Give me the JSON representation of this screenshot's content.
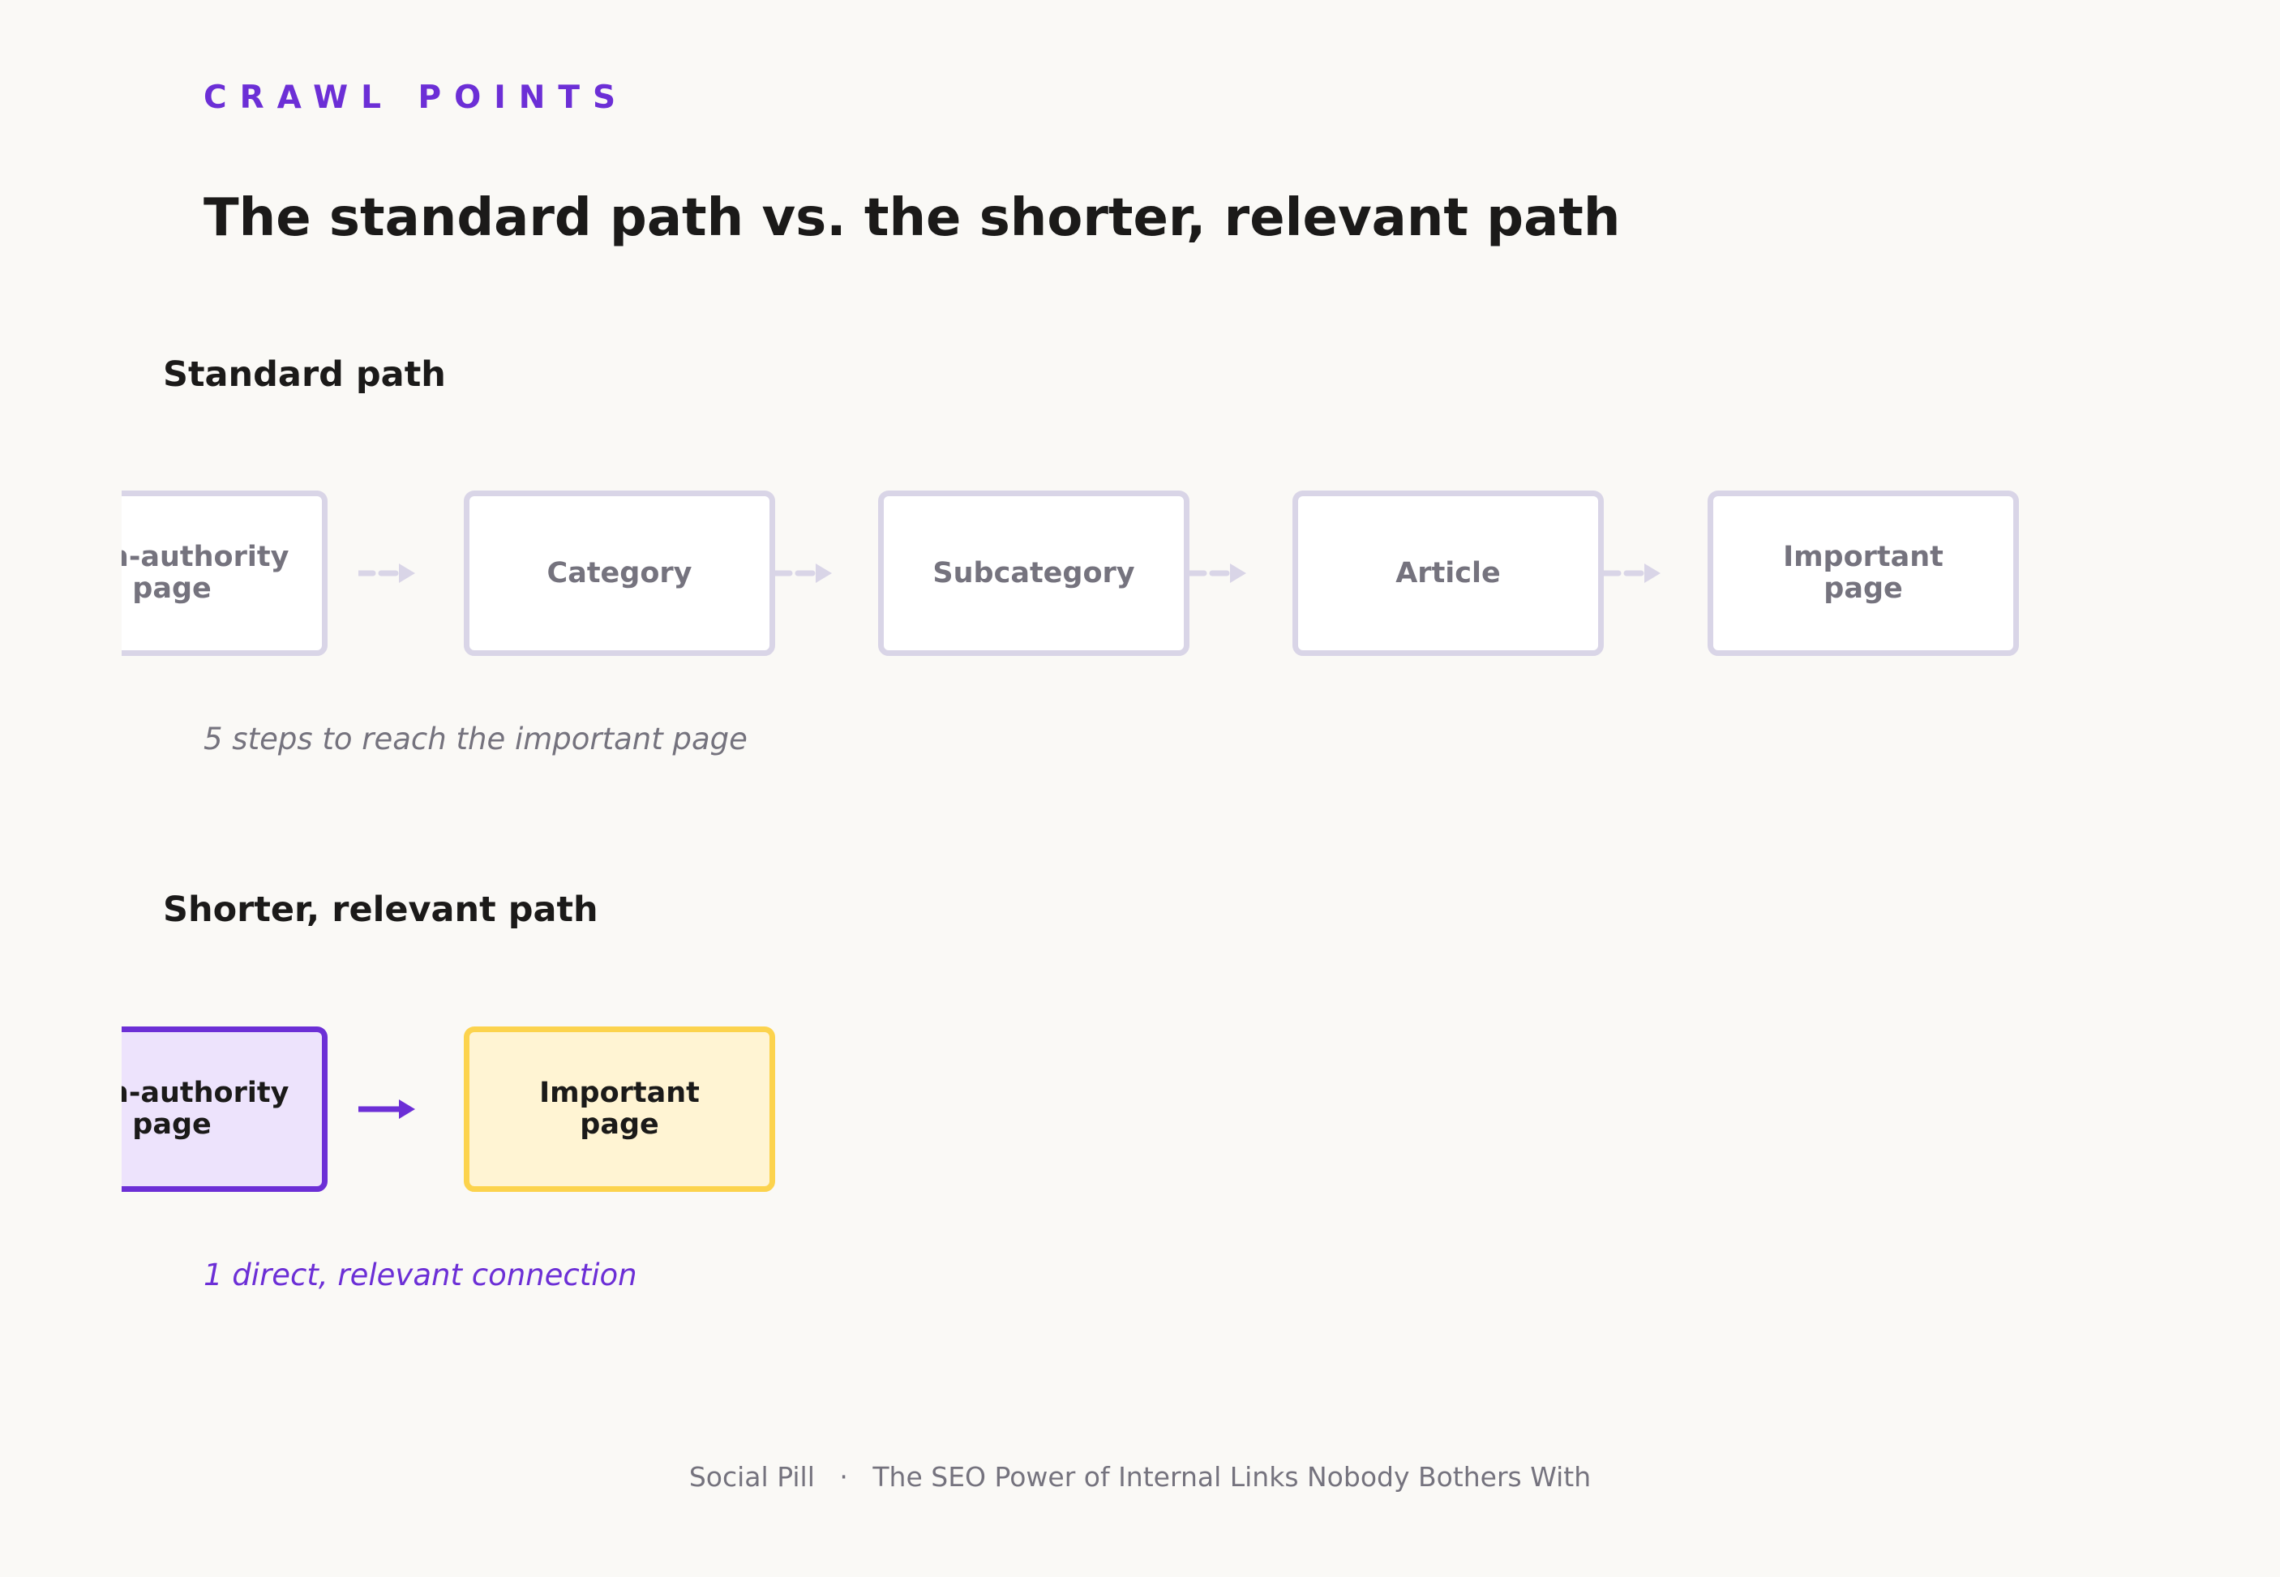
{
  "header": {
    "eyebrow": "CRAWL POINTS",
    "title": "The standard path vs. the shorter, relevant path"
  },
  "standard_path": {
    "heading": "Standard path",
    "nodes": [
      {
        "label": "High-authority page"
      },
      {
        "label": "Category"
      },
      {
        "label": "Subcategory"
      },
      {
        "label": "Article"
      },
      {
        "label": "Important page"
      }
    ],
    "caption": "5 steps to reach the important page",
    "link_style": "dashed"
  },
  "shorter_path": {
    "heading": "Shorter, relevant path",
    "nodes": [
      {
        "label": "High-authority page"
      },
      {
        "label": "Important page"
      }
    ],
    "caption": "1 direct, relevant connection",
    "link_style": "solid"
  },
  "footer": {
    "brand": "Social Pill",
    "separator": "·",
    "article_title": "The SEO Power of Internal Links Nobody Bothers With"
  },
  "colors": {
    "background": "#faf9f6",
    "accent_purple": "#6c2fd6",
    "accent_purple_light": "#ede3fc",
    "highlight_yellow": "#fcd34d",
    "highlight_yellow_light": "#fff4d3",
    "muted_border": "#d9d5e7",
    "muted_text": "#75737e",
    "dark_text": "#1b1a19"
  }
}
